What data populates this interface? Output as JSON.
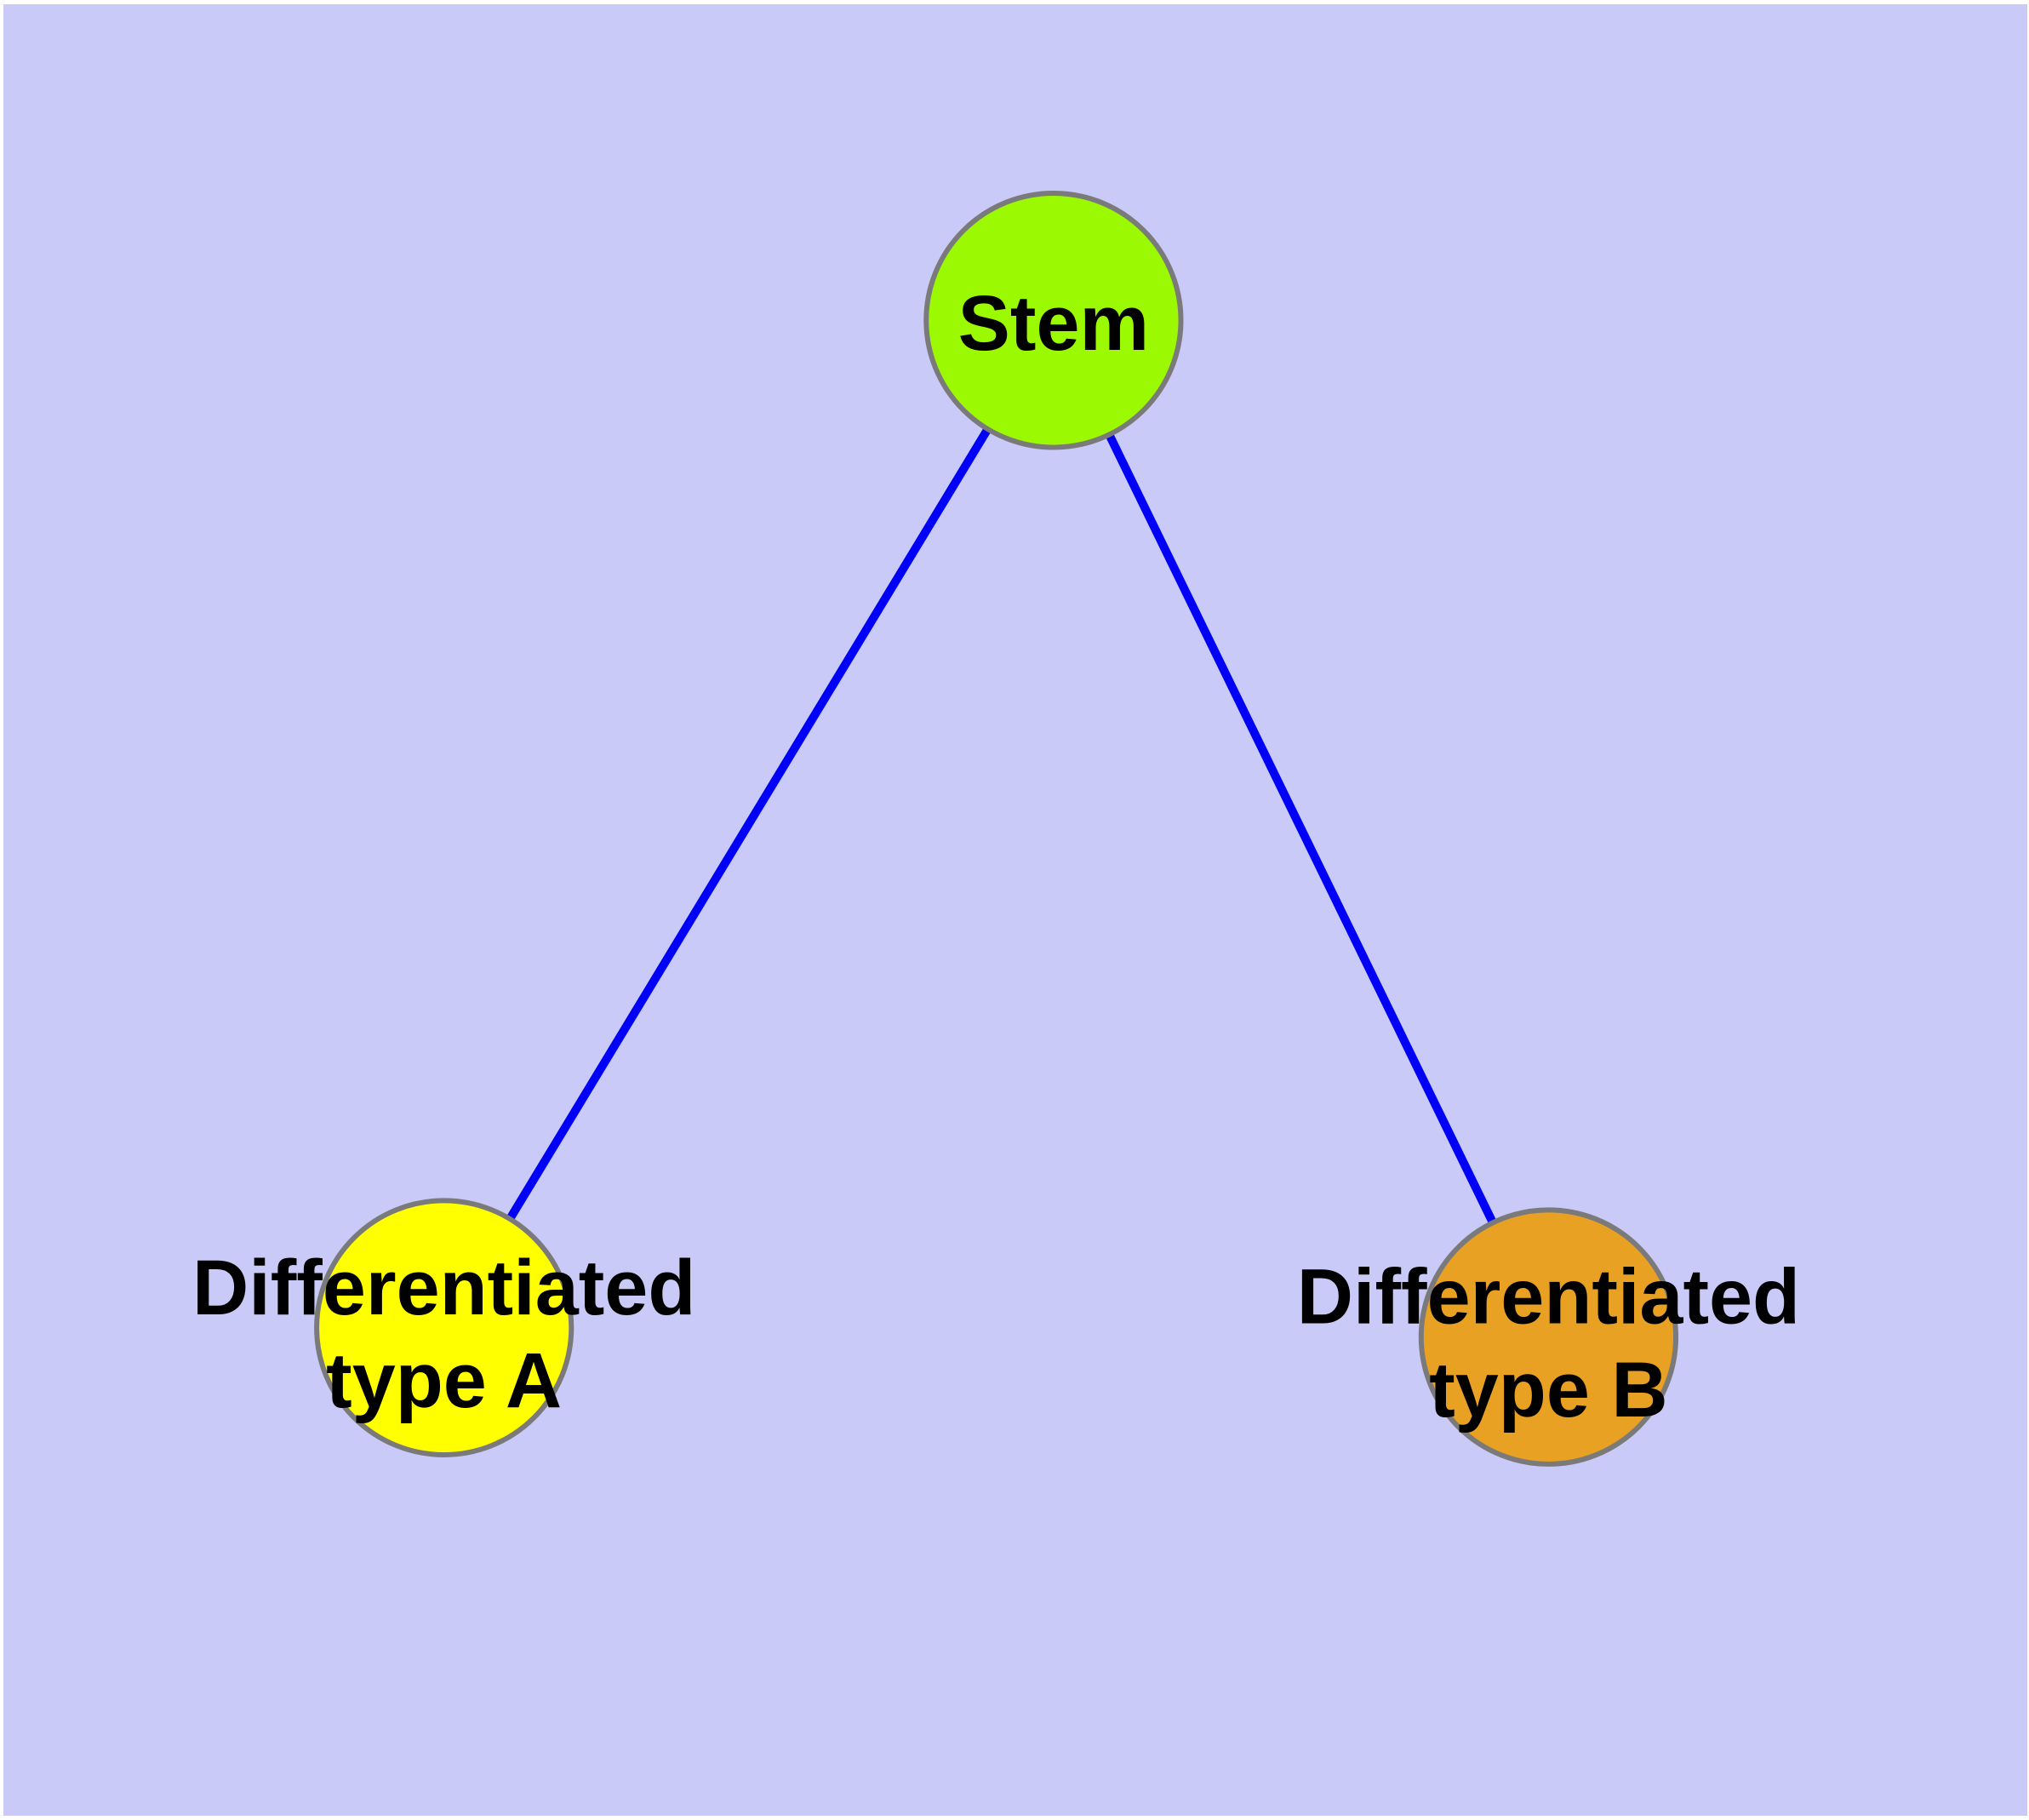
{
  "diagram": {
    "background_color": "#CACAF8",
    "frame_color": "#FFFFFF",
    "text_color": "#000000",
    "edge_color": "#0000F8",
    "node_border_color": "#7A7A7A",
    "nodes": [
      {
        "id": "stem",
        "label": "Stem",
        "fill_color": "#9BFA02"
      },
      {
        "id": "differentiated-type-a",
        "label_line1": "Differentiated",
        "label_line2": "type A",
        "fill_color": "#FFFF00"
      },
      {
        "id": "differentiated-type-b",
        "label_line1": "Differentiated",
        "label_line2": "type B",
        "fill_color": "#E8A122"
      }
    ],
    "edges": [
      {
        "from": "Stem",
        "to": "Differentiated type A"
      },
      {
        "from": "Stem",
        "to": "Differentiated type B"
      }
    ]
  }
}
